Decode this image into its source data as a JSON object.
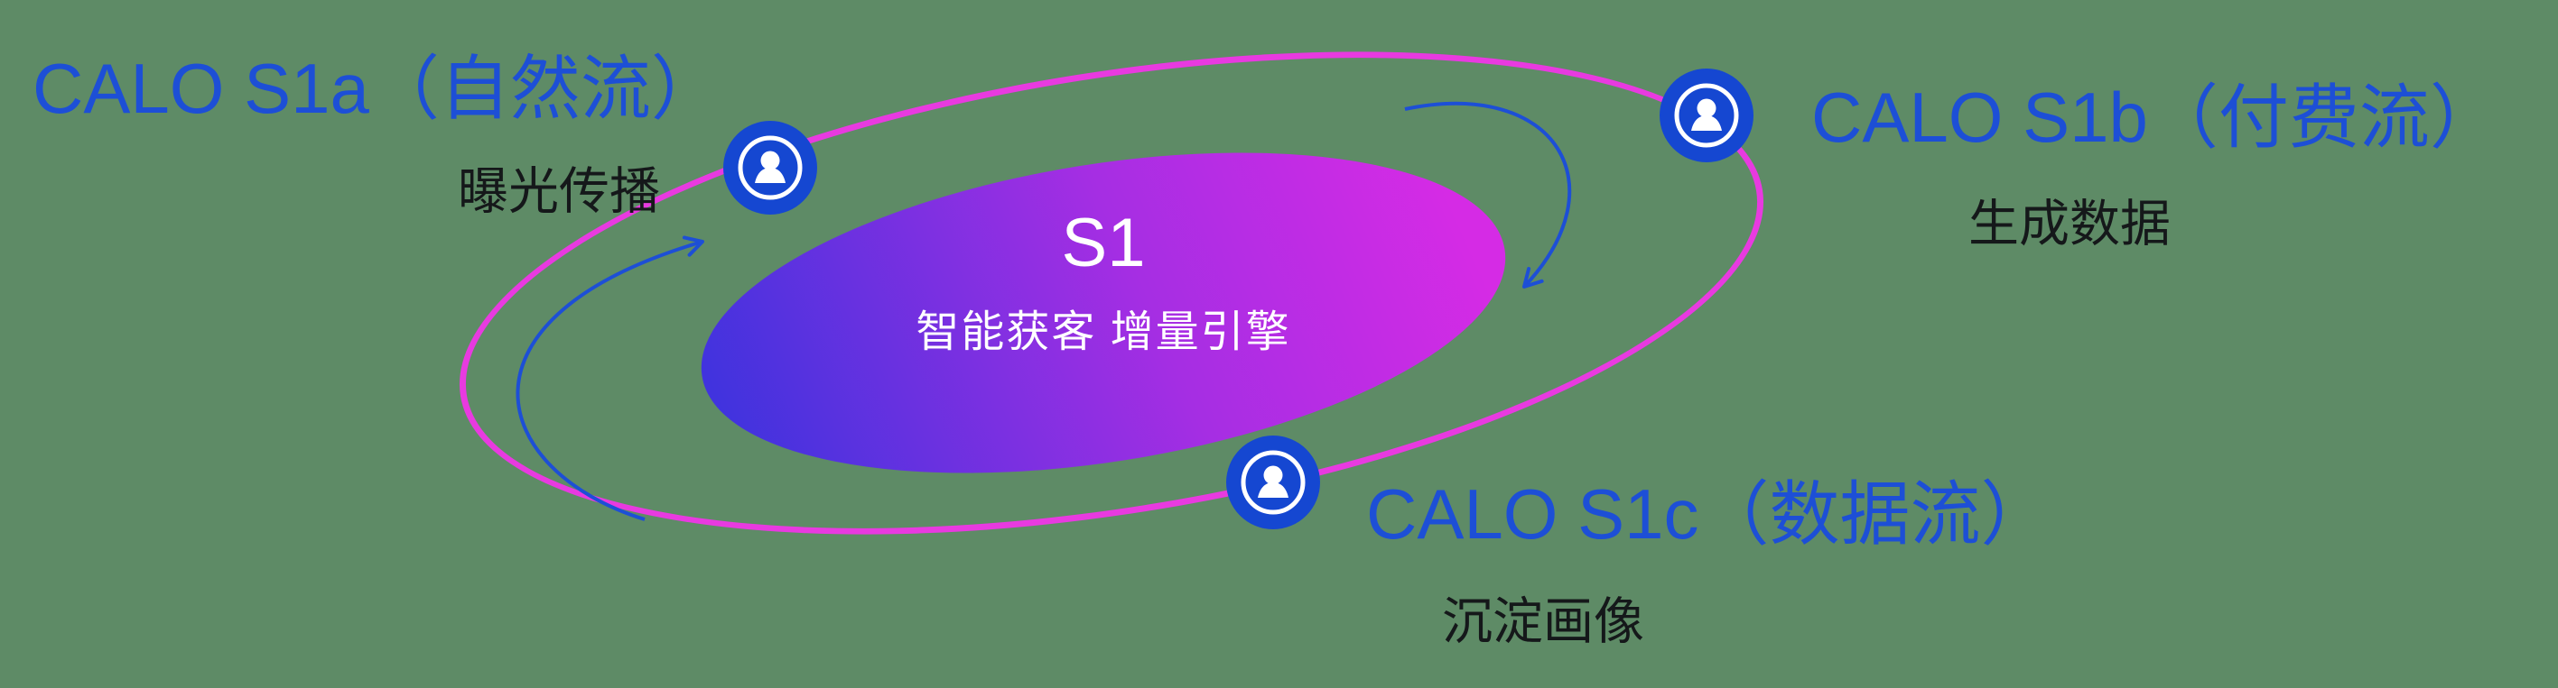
{
  "canvas": {
    "background": "#5e8b66"
  },
  "core": {
    "title": "S1",
    "subtitle": "智能获客  增量引擎"
  },
  "nodes": {
    "s1a": {
      "title": "CALO S1a（自然流）",
      "subtitle": "曝光传播",
      "icon": "user-circle-icon"
    },
    "s1b": {
      "title": "CALO S1b（付费流）",
      "subtitle": "生成数据",
      "icon": "user-circle-icon"
    },
    "s1c": {
      "title": "CALO S1c（数据流）",
      "subtitle": "沉淀画像",
      "icon": "user-circle-icon"
    }
  },
  "colors": {
    "label_blue": "#1d4fd6",
    "orbit_pink": "#e83ae0",
    "core_gradient_start": "#4133de",
    "core_gradient_end": "#d52be5",
    "icon_blue": "#1547d1",
    "subtitle_dark": "#15181a",
    "background_green": "#5e8b66",
    "arrow_blue": "#1d4fd6"
  }
}
